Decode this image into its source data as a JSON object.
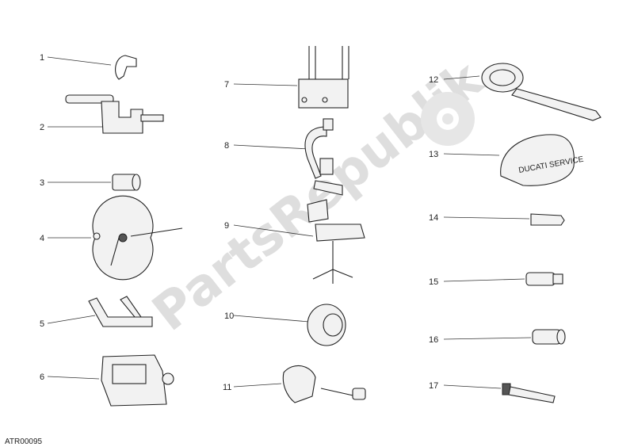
{
  "diagram": {
    "code": "ATR00095",
    "watermark": "PartsRepublik",
    "callouts": [
      "1",
      "2",
      "3",
      "4",
      "5",
      "6",
      "7",
      "8",
      "9",
      "10",
      "11",
      "12",
      "13",
      "14",
      "15",
      "16",
      "17"
    ],
    "cover_text": "DUCATI SERVICE"
  }
}
